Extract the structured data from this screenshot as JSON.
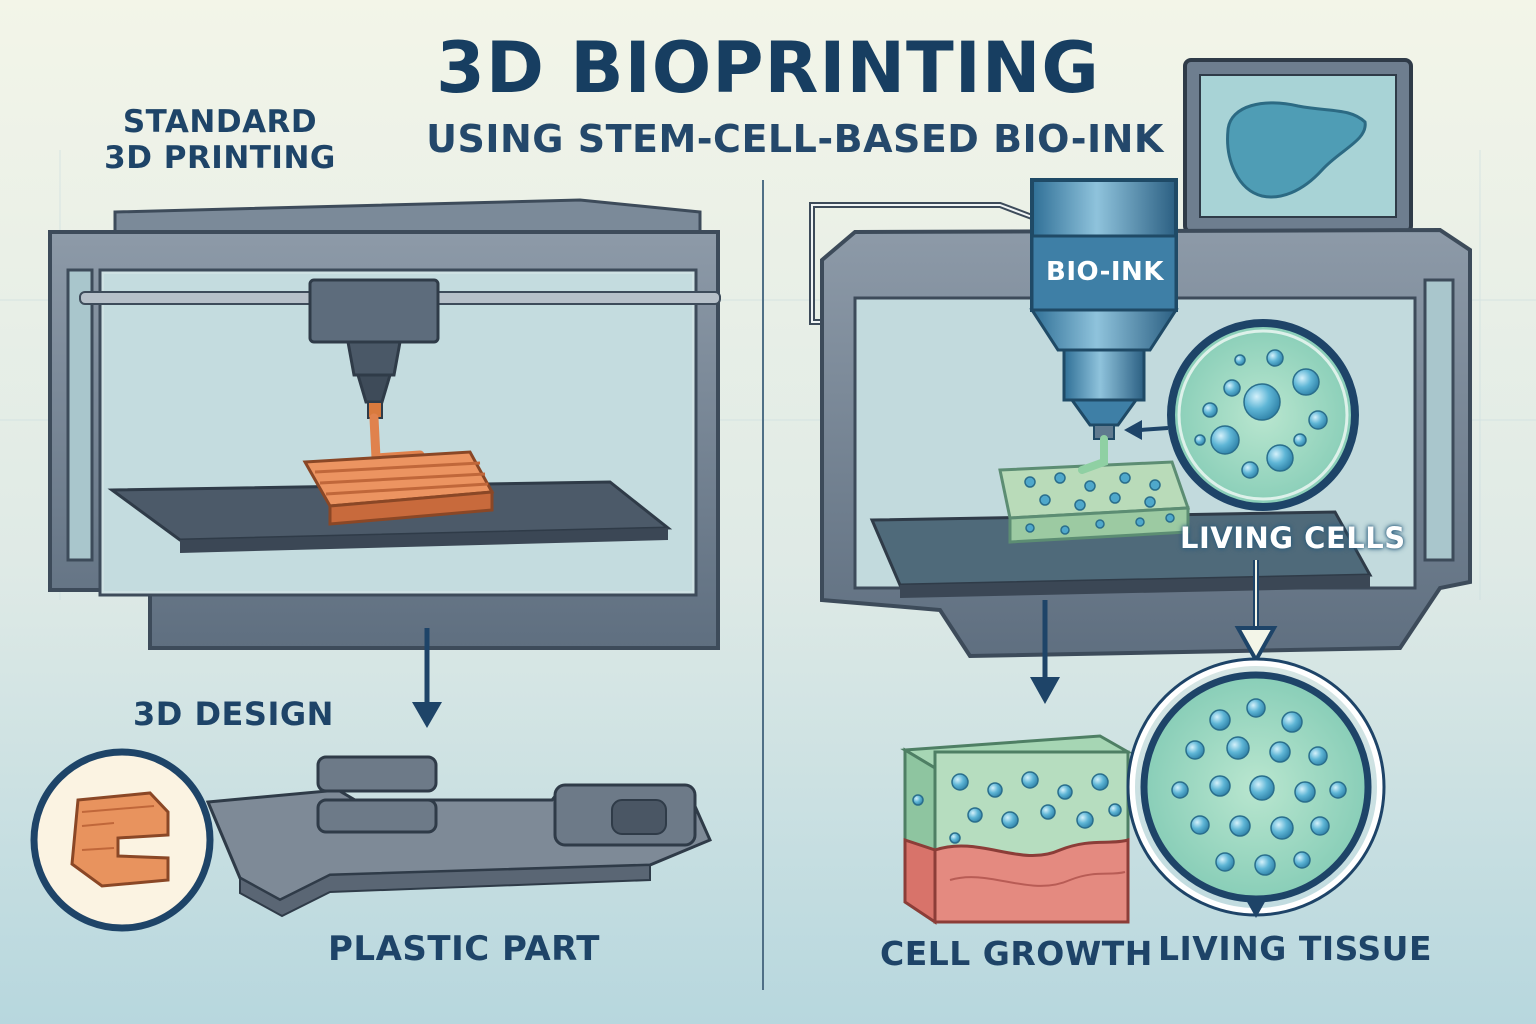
{
  "title": "3D BIOPRINTING",
  "subtitle": "USING STEM-CELL-BASED BIO-INK",
  "left_panel": {
    "heading_line1": "STANDARD",
    "heading_line2": "3D PRINTING",
    "design_label": "3D DESIGN",
    "output_label": "PLASTIC PART"
  },
  "right_panel": {
    "cartridge_label": "BIO-INK",
    "cells_label": "LIVING CELLS",
    "growth_label": "CELL GROWTH",
    "tissue_label": "LIVING TISSUE",
    "monitor_icon": "liver-icon"
  },
  "colors": {
    "title": "#173e61",
    "frame": "#6f7f90",
    "plastic": "#e07a4a",
    "cells": "#6fc3dc",
    "tissue": "#8fd0b0",
    "flesh": "#e4837a",
    "arrow": "#1e4468"
  }
}
